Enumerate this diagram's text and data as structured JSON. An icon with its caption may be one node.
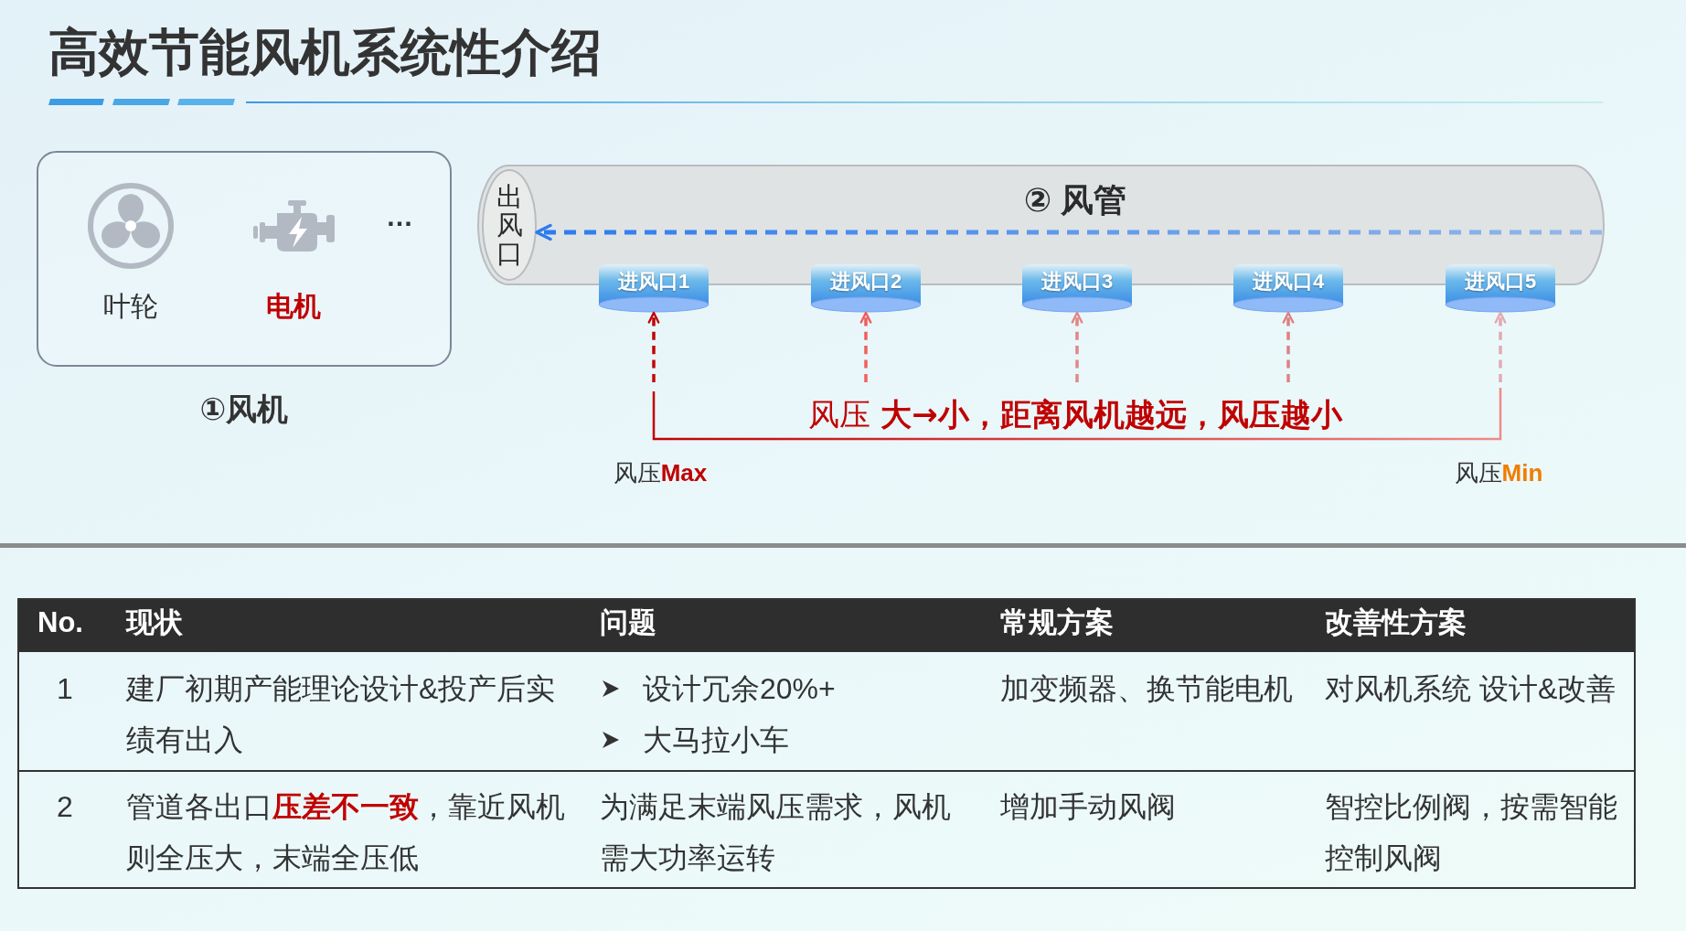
{
  "diagram": {
    "title": "高效节能风机系统性介绍",
    "nodes": [
      {
        "text": [
          "①风机"
        ]
      },
      {
        "text": [
          "叶轮"
        ],
        "in": 0
      },
      {
        "text": [
          "电机"
        ],
        "in": 0
      },
      {
        "text": [
          "② 风管"
        ]
      },
      {
        "text": [
          "出风口"
        ],
        "in": 3
      },
      {
        "text": [
          "进风口1"
        ]
      },
      {
        "text": [
          "进风口2"
        ]
      },
      {
        "text": [
          "进风口3"
        ]
      },
      {
        "text": [
          "进风口4"
        ]
      },
      {
        "text": [
          "进风口5"
        ]
      }
    ],
    "edges": [
      {
        "from": null,
        "to": 4,
        "arrow": "to",
        "style": "dashed",
        "color": "#2b7bef"
      },
      {
        "from": null,
        "to": 5,
        "arrow": "to",
        "style": "dashed",
        "color": "#c00000"
      },
      {
        "from": null,
        "to": 6,
        "arrow": "to",
        "style": "dashed",
        "color": "#f25a5a"
      },
      {
        "from": null,
        "to": 7,
        "arrow": "to",
        "style": "dashed",
        "color": "#e08585"
      },
      {
        "from": null,
        "to": 8,
        "arrow": "to",
        "style": "dashed",
        "color": "#dc7f7f"
      },
      {
        "from": null,
        "to": 9,
        "arrow": "to",
        "style": "dashed",
        "color": "#e2a8b0"
      }
    ],
    "labels": [
      "…",
      "风压 **大→小，距离风机越远，风压越小**",
      "风压**Max**",
      "风压**Min**",
      "No.",
      "现状",
      "问题",
      "常规方案",
      "改善性方案",
      "1",
      "建厂初期产能理论设计&投产后实绩有出入",
      "设计冗余20%+",
      "大马拉小车",
      "加变频器、换节能电机",
      "对风机系统 设计&改善",
      "2",
      "管道各出口**压差不一致**，靠近风机则全压大，末端全压低",
      "为满足末端风压需求，风机需大功率运转",
      "增加手动风阀",
      "智控比例阀，按需智能控制风阀"
    ]
  }
}
